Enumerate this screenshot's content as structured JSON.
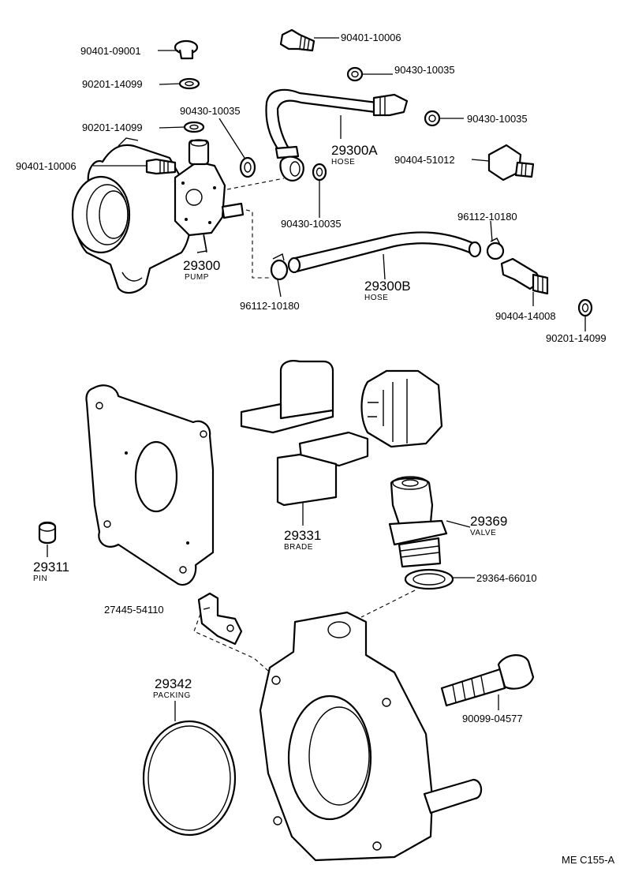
{
  "labels": {
    "p_90401_09001": "90401-09001",
    "p_90201_14099_a": "90201-14099",
    "p_90201_14099_b": "90201-14099",
    "p_90401_10006_a": "90401-10006",
    "p_90401_10006_b": "90401-10006",
    "p_90430_10035_a": "90430-10035",
    "p_90430_10035_b": "90430-10035",
    "p_90430_10035_c": "90430-10035",
    "p_90430_10035_d": "90430-10035",
    "p_29300A": "29300A",
    "p_29300A_name": "HOSE",
    "p_90404_51012": "90404-51012",
    "p_96112_10180_a": "96112-10180",
    "p_96112_10180_b": "96112-10180",
    "p_29300": "29300",
    "p_29300_name": "PUMP",
    "p_29300B": "29300B",
    "p_29300B_name": "HOSE",
    "p_90404_14008": "90404-14008",
    "p_90201_14099_c": "90201-14099",
    "p_29331": "29331",
    "p_29331_name": "BRADE",
    "p_29369": "29369",
    "p_29369_name": "VALVE",
    "p_29364_66010": "29364-66010",
    "p_29311": "29311",
    "p_29311_name": "PIN",
    "p_27445_54110": "27445-54110",
    "p_29342": "29342",
    "p_29342_name": "PACKING",
    "p_90099_04577": "90099-04577",
    "footer_code": "ME  C155-A"
  }
}
